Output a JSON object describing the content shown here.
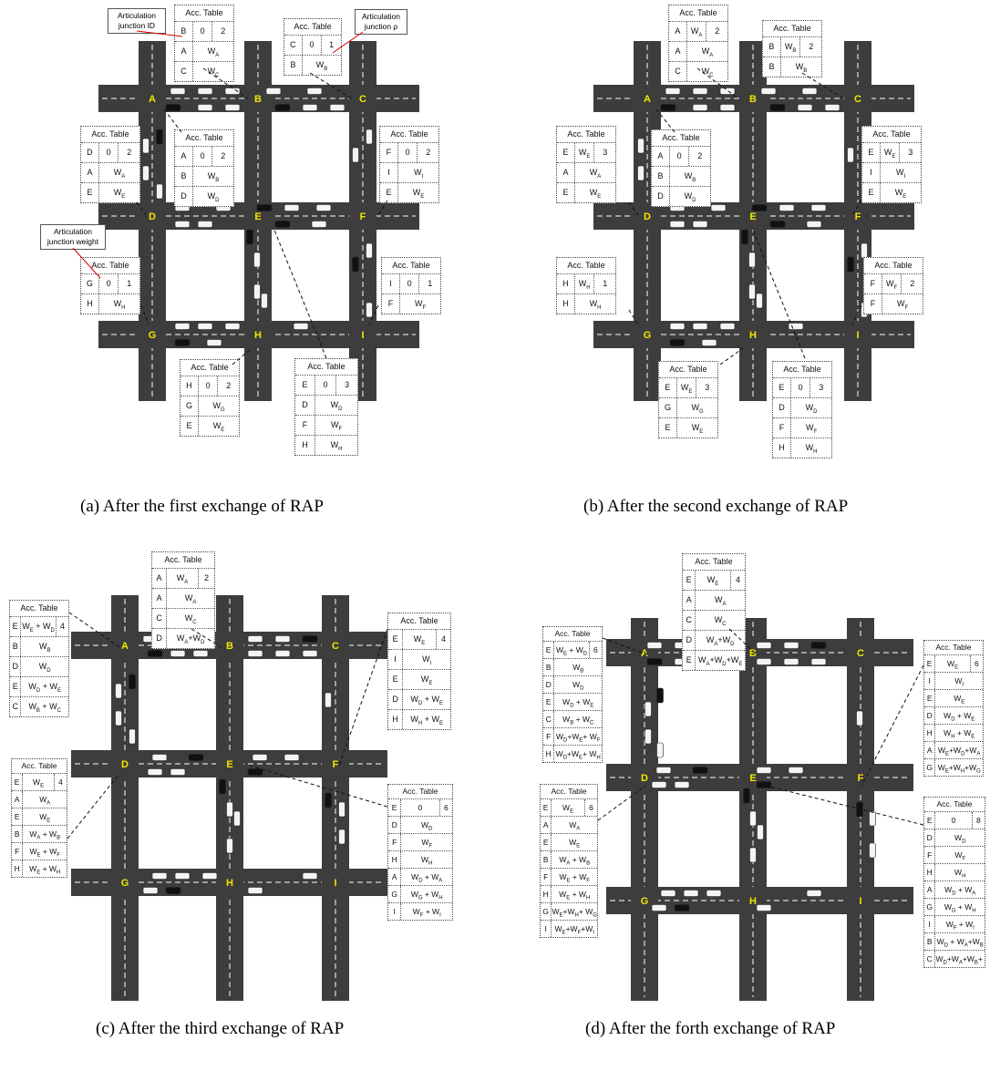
{
  "captions": {
    "a": "(a)  After the first exchange of RAP",
    "b": "(b)  After the second exchange of RAP",
    "c": "(c)  After the third exchange of RAP",
    "d": "(d)  After the forth exchange of RAP"
  },
  "junction_labels": [
    "A",
    "B",
    "C",
    "D",
    "E",
    "F",
    "G",
    "H",
    "I"
  ],
  "table_title": "Acc. Table",
  "callouts": {
    "id": "Articulation junction ID",
    "rho": "Articulation junction ρ",
    "weight": "Articulation junction weight"
  },
  "colors": {
    "road": "#3d3d3d",
    "lane": "#ffffff",
    "label": "#f2e600"
  },
  "panels": [
    {
      "tables": {
        "A": [
          [
            "A",
            "0",
            "2"
          ],
          [
            "B",
            "W_B"
          ],
          [
            "D",
            "W_D"
          ]
        ],
        "B": [
          [
            "B",
            "0",
            "2"
          ],
          [
            "A",
            "W_A"
          ],
          [
            "C",
            "W_C"
          ]
        ],
        "C": [
          [
            "C",
            "0",
            "1"
          ],
          [
            "B",
            "W_B"
          ]
        ],
        "D": [
          [
            "D",
            "0",
            "2"
          ],
          [
            "A",
            "W_A"
          ],
          [
            "E",
            "W_E"
          ]
        ],
        "E": [
          [
            "E",
            "0",
            "3"
          ],
          [
            "D",
            "W_D"
          ],
          [
            "F",
            "W_F"
          ],
          [
            "H",
            "W_H"
          ]
        ],
        "F": [
          [
            "F",
            "0",
            "2"
          ],
          [
            "I",
            "W_I"
          ],
          [
            "E",
            "W_E"
          ]
        ],
        "G": [
          [
            "G",
            "0",
            "1"
          ],
          [
            "H",
            "W_H"
          ]
        ],
        "H": [
          [
            "H",
            "0",
            "2"
          ],
          [
            "G",
            "W_G"
          ],
          [
            "E",
            "W_E"
          ]
        ],
        "I": [
          [
            "I",
            "0",
            "1"
          ],
          [
            "F",
            "W_F"
          ]
        ]
      }
    },
    {
      "tables": {
        "A": [
          [
            "A",
            "0",
            "2"
          ],
          [
            "B",
            "W_B"
          ],
          [
            "D",
            "W_D"
          ]
        ],
        "B": [
          [
            "A",
            "W_A",
            "2"
          ],
          [
            "A",
            "W_A"
          ],
          [
            "C",
            "W_C"
          ]
        ],
        "C": [
          [
            "B",
            "W_B",
            "2"
          ],
          [
            "B",
            "W_B"
          ]
        ],
        "D": [
          [
            "E",
            "W_E",
            "3"
          ],
          [
            "A",
            "W_A"
          ],
          [
            "E",
            "W_E"
          ]
        ],
        "E": [
          [
            "E",
            "0",
            "3"
          ],
          [
            "D",
            "W_D"
          ],
          [
            "F",
            "W_F"
          ],
          [
            "H",
            "W_H"
          ]
        ],
        "F": [
          [
            "E",
            "W_E",
            "3"
          ],
          [
            "I",
            "W_I"
          ],
          [
            "E",
            "W_E"
          ]
        ],
        "G": [
          [
            "H",
            "W_H",
            "1"
          ],
          [
            "H",
            "W_H"
          ]
        ],
        "H": [
          [
            "E",
            "W_E",
            "3"
          ],
          [
            "G",
            "W_G"
          ],
          [
            "E",
            "W_E"
          ]
        ],
        "I": [
          [
            "F",
            "W_F",
            "2"
          ],
          [
            "F",
            "W_F"
          ]
        ]
      }
    },
    {
      "tables": {
        "A": [
          [
            "E",
            "W_E + W_D",
            "4"
          ],
          [
            "B",
            "W_B"
          ],
          [
            "D",
            "W_D"
          ],
          [
            "E",
            "W_D + W_E"
          ],
          [
            "C",
            "W_B + W_C"
          ]
        ],
        "B": [
          [
            "A",
            "W_A",
            "2"
          ],
          [
            "A",
            "W_A"
          ],
          [
            "C",
            "W_C"
          ],
          [
            "D",
            "W_A+W_D"
          ]
        ],
        "D": [
          [
            "E",
            "W_E",
            "4"
          ],
          [
            "A",
            "W_A"
          ],
          [
            "E",
            "W_E"
          ],
          [
            "B",
            "W_A + W_B"
          ],
          [
            "F",
            "W_E + W_F"
          ],
          [
            "H",
            "W_E + W_H"
          ]
        ],
        "E": [
          [
            "E",
            "0",
            "6"
          ],
          [
            "D",
            "W_D"
          ],
          [
            "F",
            "W_F"
          ],
          [
            "H",
            "W_H"
          ],
          [
            "A",
            "W_D + W_A"
          ],
          [
            "G",
            "W_G + W_H"
          ],
          [
            "I",
            "W_F + W_I"
          ]
        ],
        "F": [
          [
            "E",
            "W_E",
            "4"
          ],
          [
            "I",
            "W_I"
          ],
          [
            "E",
            "W_E"
          ],
          [
            "D",
            "W_D + W_E"
          ],
          [
            "H",
            "W_H + W_E"
          ]
        ]
      }
    },
    {
      "tables": {
        "A": [
          [
            "E",
            "W_E + W_D",
            "6"
          ],
          [
            "B",
            "W_B"
          ],
          [
            "D",
            "W_D"
          ],
          [
            "E",
            "W_D + W_E"
          ],
          [
            "C",
            "W_B + W_C"
          ],
          [
            "F",
            "W_D+W_E+ W_F"
          ],
          [
            "H",
            "W_D+W_E+ W_H"
          ]
        ],
        "B": [
          [
            "E",
            "W_E",
            "4"
          ],
          [
            "A",
            "W_A"
          ],
          [
            "C",
            "W_C"
          ],
          [
            "D",
            "W_A+W_D"
          ],
          [
            "E",
            "W_A+W_D+W_E"
          ]
        ],
        "D": [
          [
            "E",
            "W_E",
            "6"
          ],
          [
            "A",
            "W_A"
          ],
          [
            "E",
            "W_E"
          ],
          [
            "B",
            "W_A + W_B"
          ],
          [
            "F",
            "W_E + W_F"
          ],
          [
            "H",
            "W_E + W_H"
          ],
          [
            "G",
            "W_E+W_H+ W_G"
          ],
          [
            "I",
            "W_E+W_F+W_I"
          ]
        ],
        "E": [
          [
            "E",
            "0",
            "8"
          ],
          [
            "D",
            "W_D"
          ],
          [
            "F",
            "W_F"
          ],
          [
            "H",
            "W_H"
          ],
          [
            "A",
            "W_D + W_A"
          ],
          [
            "G",
            "W_G + W_H"
          ],
          [
            "I",
            "W_F + W_I"
          ],
          [
            "B",
            "W_D + W_A+W_B"
          ],
          [
            "C",
            "W_D+W_A+W_B+ W_C"
          ]
        ],
        "F": [
          [
            "E",
            "W_E",
            "6"
          ],
          [
            "I",
            "W_I"
          ],
          [
            "E",
            "W_E"
          ],
          [
            "D",
            "W_D + W_E"
          ],
          [
            "H",
            "W_H + W_E"
          ],
          [
            "A",
            "W_E+W_D+W_A"
          ],
          [
            "G",
            "W_E+W_H+W_G"
          ]
        ]
      }
    }
  ]
}
